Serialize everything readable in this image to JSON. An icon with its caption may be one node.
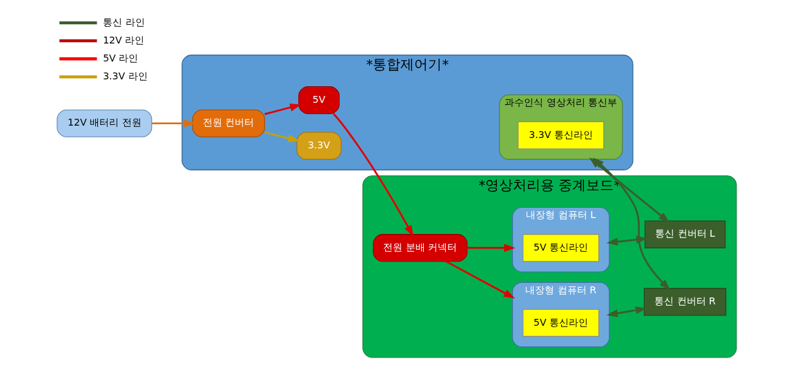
{
  "diagram": {
    "nodes": [
      {
        "text": [
          "*영상처리용 중계보드*"
        ]
      },
      {
        "text": [
          "내장형 컴퓨터 R"
        ],
        "in": 0
      },
      {
        "text": [
          "5V 통신라인"
        ],
        "in": 1
      },
      {
        "text": [
          "통신 컨버터 R"
        ],
        "in": 0
      },
      {
        "text": [
          "내장형 컴퓨터 L"
        ],
        "in": 0
      },
      {
        "text": [
          "5V 통신라인"
        ],
        "in": 4
      },
      {
        "text": [
          "통신 컨버터 L"
        ],
        "in": 0
      },
      {
        "text": [
          "전원 분배 커넥터"
        ],
        "in": 0
      },
      {
        "text": [
          "*통합제어기*"
        ]
      },
      {
        "text": [
          "과수인식 영상처리 통신부"
        ],
        "in": 8
      },
      {
        "text": [
          "3.3V 통신라인"
        ],
        "in": 9
      },
      {
        "text": [
          "3.3V"
        ],
        "in": 8
      },
      {
        "text": [
          "5V"
        ],
        "in": 8
      },
      {
        "text": [
          "전원 컨버터"
        ],
        "in": 8
      },
      {
        "text": [
          "12V 배터리 전원"
        ]
      }
    ],
    "edges": [
      {
        "from": 1,
        "to": 3,
        "arrow": "both",
        "color": "#3b5e2b"
      },
      {
        "from": 4,
        "to": 6,
        "arrow": "both",
        "color": "#3b5e2b"
      },
      {
        "from": 9,
        "to": 3,
        "arrow": "both",
        "color": "#3b5e2b"
      },
      {
        "from": 9,
        "to": 6,
        "arrow": "both",
        "color": "#3b5e2b"
      },
      {
        "from": 14,
        "to": 13,
        "arrow": "to",
        "color": "#e36c0a"
      },
      {
        "from": 13,
        "to": 11,
        "arrow": "to",
        "color": "#c9a000"
      },
      {
        "from": 13,
        "to": 12,
        "arrow": "to",
        "color": "#e00000"
      },
      {
        "from": 12,
        "to": 7,
        "arrow": "to",
        "color": "#e00000"
      },
      {
        "from": 7,
        "to": 1,
        "arrow": "to",
        "color": "#e00000"
      },
      {
        "from": 7,
        "to": 4,
        "arrow": "to",
        "color": "#e00000"
      }
    ],
    "legend": [
      {
        "text": "통신 라인"
      },
      {
        "text": "12V 라인"
      },
      {
        "text": "5V 라인"
      },
      {
        "text": "3.3V 라인"
      }
    ]
  }
}
